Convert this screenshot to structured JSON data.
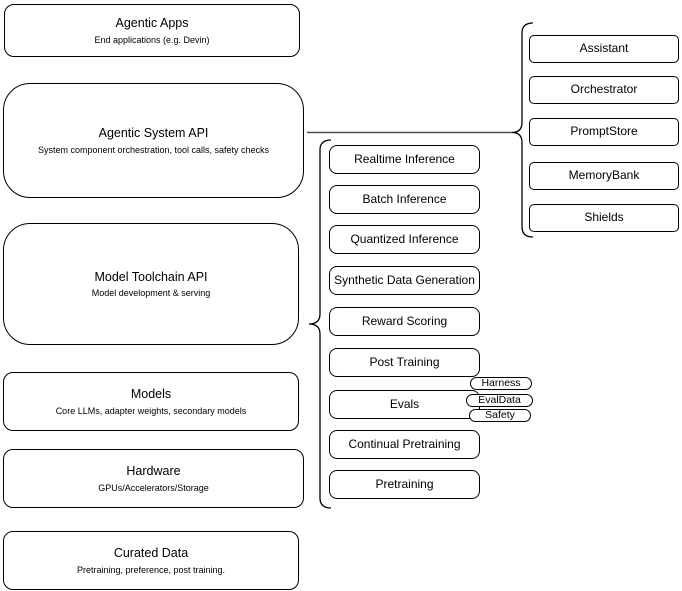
{
  "diagram": {
    "colors": {
      "background": "#ffffff",
      "shape_stroke": "#000000",
      "shape_fill": "#ffffff",
      "connector_stroke": "#4f4f4f",
      "text": "#000000"
    },
    "stack": [
      {
        "title": "Agentic Apps",
        "subtitle": "End applications (e.g. Devin)"
      },
      {
        "title": "Agentic System API",
        "subtitle": "System component orchestration, tool calls, safety checks"
      },
      {
        "title": "Model Toolchain API",
        "subtitle": "Model development & serving"
      },
      {
        "title": "Models",
        "subtitle": "Core LLMs, adapter weights, secondary models"
      },
      {
        "title": "Hardware",
        "subtitle": "GPUs/Accelerators/Storage"
      },
      {
        "title": "Curated Data",
        "subtitle": "Pretraining, preference, post training."
      }
    ],
    "toolchain_services": [
      "Realtime Inference",
      "Batch Inference",
      "Quantized Inference",
      "Synthetic Data Generation",
      "Reward Scoring",
      "Post Training",
      "Evals",
      "Continual Pretraining",
      "Pretraining"
    ],
    "eval_tags": [
      "Harness",
      "EvalData",
      "Safety"
    ],
    "system_components": [
      "Assistant",
      "Orchestrator",
      "PromptStore",
      "MemoryBank",
      "Shields"
    ]
  }
}
